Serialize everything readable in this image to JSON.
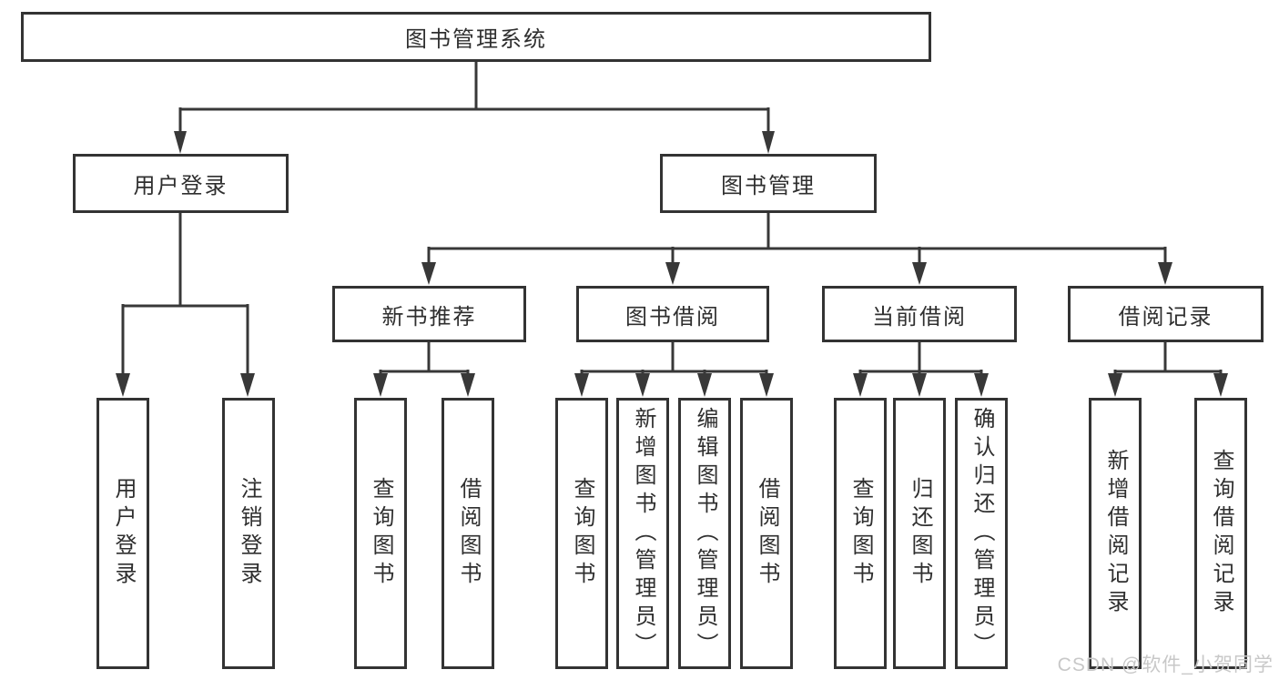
{
  "diagram_type": "hierarchy-tree",
  "tree": {
    "label": "图书管理系统",
    "children": [
      {
        "label": "用户登录",
        "children": [
          {
            "label": "用户登录"
          },
          {
            "label": "注销登录"
          }
        ]
      },
      {
        "label": "图书管理",
        "children": [
          {
            "label": "新书推荐",
            "children": [
              {
                "label": "查询图书"
              },
              {
                "label": "借阅图书"
              }
            ]
          },
          {
            "label": "图书借阅",
            "children": [
              {
                "label": "查询图书"
              },
              {
                "label": "新增图书（管理员）"
              },
              {
                "label": "编辑图书（管理员）"
              },
              {
                "label": "借阅图书"
              }
            ]
          },
          {
            "label": "当前借阅",
            "children": [
              {
                "label": "查询图书"
              },
              {
                "label": "归还图书"
              },
              {
                "label": "确认归还（管理员）"
              }
            ]
          },
          {
            "label": "借阅记录",
            "children": [
              {
                "label": "新增借阅记录"
              },
              {
                "label": "查询借阅记录"
              }
            ]
          }
        ]
      }
    ]
  },
  "watermark": {
    "text": "CSDN @软件_小贺同学"
  },
  "colors": {
    "line": "#383838",
    "border": "#333333",
    "text": "#2f2f2f",
    "background": "#ffffff",
    "watermark": "#c8c8c8"
  }
}
